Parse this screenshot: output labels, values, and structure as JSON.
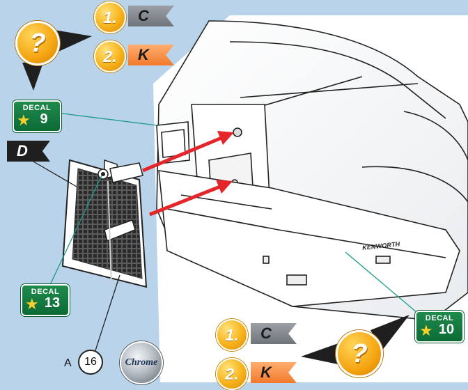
{
  "top_steps": [
    {
      "number": "1.",
      "code": "C"
    },
    {
      "number": "2.",
      "code": "K"
    }
  ],
  "bottom_steps": [
    {
      "number": "1.",
      "code": "C"
    },
    {
      "number": "2.",
      "code": "K"
    }
  ],
  "question_mark": "?",
  "decals": [
    {
      "label": "DECAL",
      "number": "9"
    },
    {
      "label": "DECAL",
      "number": "13"
    },
    {
      "label": "DECAL",
      "number": "10"
    }
  ],
  "sheet_letter": "D",
  "part": {
    "letter": "A",
    "number": "16",
    "finish": "Chrome"
  },
  "truck_brand": "KENWORTH",
  "colors": {
    "background": "#b9d3ea",
    "arrow": "#e4262b",
    "decal_green": "#0c6b36",
    "badge_orange": "#f5a511",
    "leader_line": "#1a9a8a"
  }
}
